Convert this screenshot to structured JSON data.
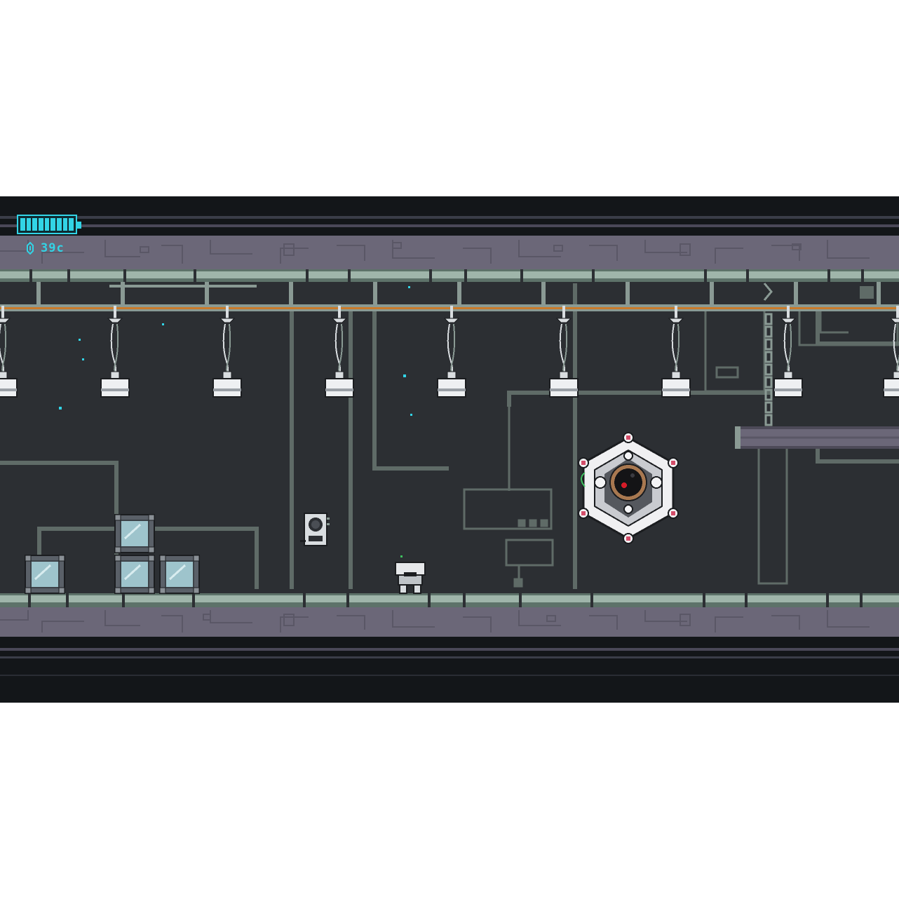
{
  "hud": {
    "battery": {
      "level": 1.0,
      "cells": 9,
      "color": "#32d4e6"
    },
    "currency": {
      "value": "39c",
      "icon": "crystal-icon"
    }
  },
  "colors": {
    "background": "#2c2f33",
    "band": "#6b6778",
    "pipe": "#7f9a8d",
    "energy": "#32d4e6",
    "boss_eye": "#d41c28"
  },
  "entities": {
    "player": {
      "name": "robot-player"
    },
    "boss": {
      "name": "hexagon-eye-boss"
    }
  }
}
